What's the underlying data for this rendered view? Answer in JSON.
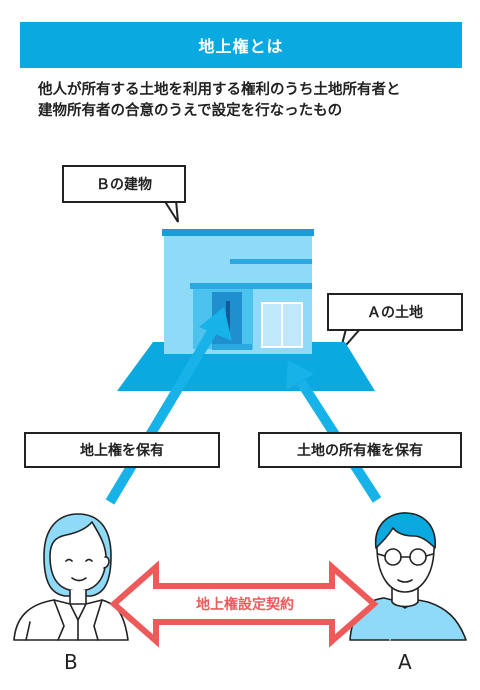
{
  "title": "地上権とは",
  "description": {
    "line1": "他人が所有する土地を利用する権利のうち土地所有者と",
    "line2": "建物所有者の合意のうえで設定を行なったもの"
  },
  "labels": {
    "building": "Ｂの建物",
    "land": "Ａの土地",
    "surface_right": "地上権を保有",
    "land_ownership": "土地の所有権を保有",
    "contract": "地上権設定契約"
  },
  "persons": {
    "left": "B",
    "right": "A"
  },
  "colors": {
    "accent": "#0aa9e0",
    "arrow": "#16b2e8",
    "contract": "#ee5a5a",
    "building_light": "#8fdaf6",
    "building_dark": "#28a8de"
  }
}
